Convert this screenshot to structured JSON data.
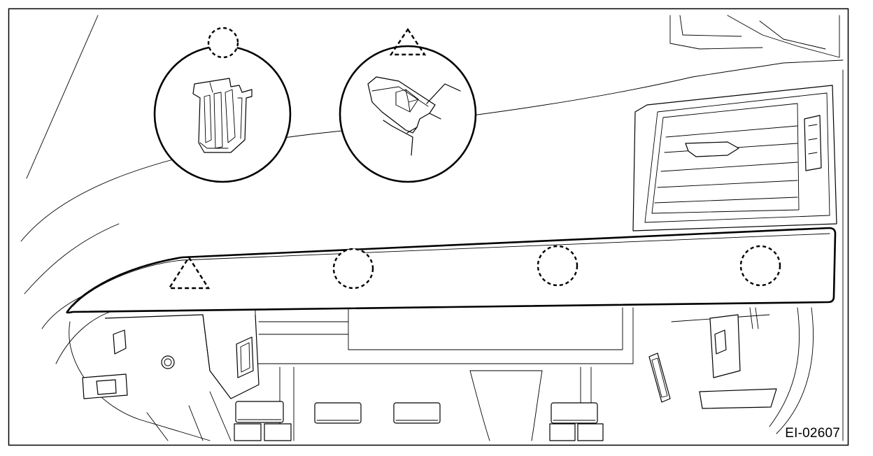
{
  "figure": {
    "code": "EI-02607",
    "line_color": "#000000",
    "background": "#ffffff"
  },
  "callouts": [
    {
      "symbol": "dashed-circle",
      "meaning": "clip"
    },
    {
      "symbol": "dashed-triangle",
      "meaning": "claw"
    }
  ],
  "trim_panel_markers": [
    "dashed-triangle",
    "dashed-circle",
    "dashed-circle",
    "dashed-circle"
  ]
}
